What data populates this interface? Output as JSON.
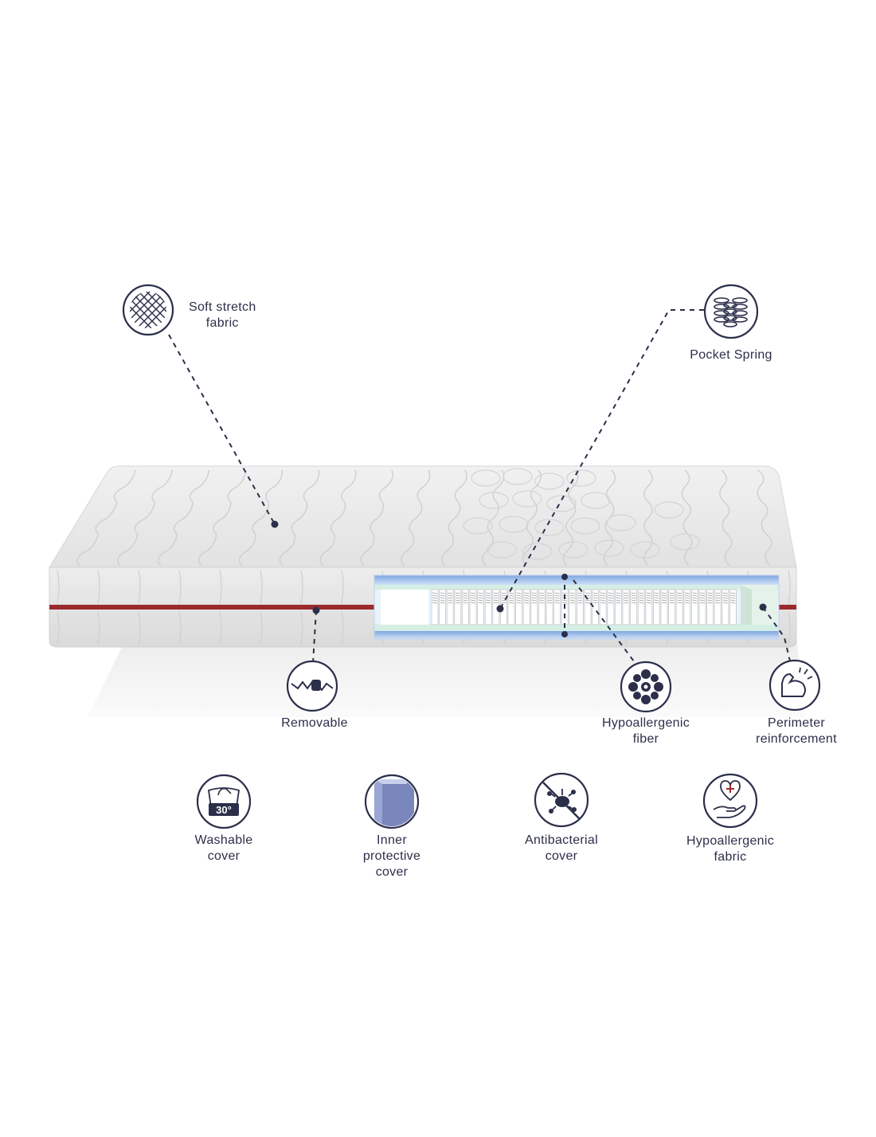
{
  "colors": {
    "ink": "#2b2f4a",
    "zipper": "#9b2a2e",
    "fabric": "#e9e9e9",
    "foam_blue": "#8fb4e6",
    "foam_mint": "#d9efe6"
  },
  "callouts": [
    {
      "id": "soft-stretch-fabric",
      "icon": "fabric-weave-icon",
      "lines": [
        "Soft stretch",
        "fabric"
      ]
    },
    {
      "id": "pocket-spring",
      "icon": "pocket-spring-icon",
      "lines": [
        "Pocket Spring"
      ]
    },
    {
      "id": "removable",
      "icon": "zipper-icon",
      "lines": [
        "Removable"
      ]
    },
    {
      "id": "hypoallergenic-fiber",
      "icon": "fiber-icon",
      "lines": [
        "Hypoallergenic",
        "fiber"
      ]
    },
    {
      "id": "perimeter-reinforcement",
      "icon": "arm-muscle-icon",
      "lines": [
        "Perimeter",
        "reinforcement"
      ]
    }
  ],
  "features": [
    {
      "id": "washable-cover",
      "icon": "wash-30-icon",
      "badge": "30°",
      "lines": [
        "Washable",
        "cover"
      ]
    },
    {
      "id": "inner-protective-cover",
      "icon": "inner-cover-icon",
      "lines": [
        "Inner",
        "protective",
        "cover"
      ]
    },
    {
      "id": "antibacterial-cover",
      "icon": "antibacterial-icon",
      "lines": [
        "Antibacterial",
        "cover"
      ]
    },
    {
      "id": "hypoallergenic-fabric",
      "icon": "heart-hand-icon",
      "lines": [
        "Hypoallergenic",
        "fabric"
      ]
    }
  ]
}
